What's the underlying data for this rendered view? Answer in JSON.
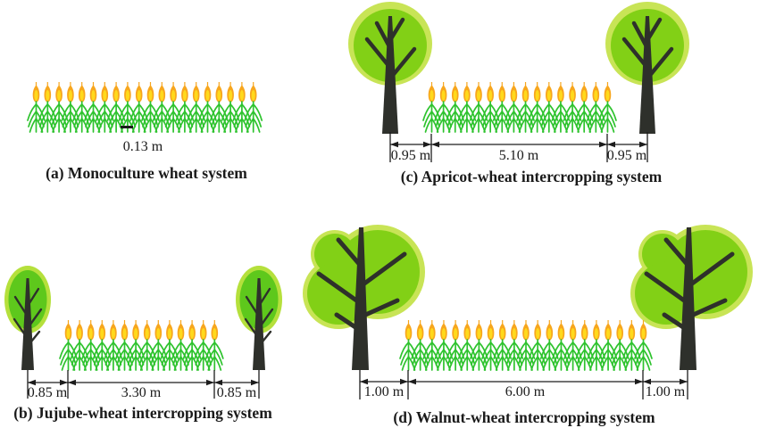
{
  "figure": {
    "title_implicit": "Planting pattern diagrams of wheat monoculture and tree-wheat intercropping systems"
  },
  "panels": {
    "a": {
      "caption": "(a) Monoculture wheat system",
      "spacing_label": "0.13 m"
    },
    "b": {
      "caption": "(b) Jujube-wheat intercropping system",
      "left_label": "0.85 m",
      "middle_label": "3.30 m",
      "right_label": "0.85 m"
    },
    "c": {
      "caption": "(c) Apricot-wheat intercropping system",
      "left_label": "0.95 m",
      "middle_label": "5.10 m",
      "right_label": "0.95 m"
    },
    "d": {
      "caption": "(d) Walnut-wheat intercropping system",
      "left_label": "1.00 m",
      "middle_label": "6.00 m",
      "right_label": "1.00 m"
    }
  },
  "icons": {
    "wheat_plant": "wheat-plant-icon: orange spike head with yellow core over arched green leaves",
    "jujube_tree": "jujube-tree-icon: oval green canopy with halo, dark trunk with herringbone branches",
    "apricot_tree": "apricot-tree-icon: round green canopy with halo, dark branched trunk",
    "walnut_tree": "walnut-tree-icon: cluster of three green circles with halo, thick dark branched trunk",
    "dimension_arrow": "double-headed-arrow-icon with vertical extension lines"
  },
  "colors": {
    "background": "#ffffff",
    "text_color": "#1a1a1a",
    "line_color": "#1c1c1c",
    "wheat_green": "#2ec32e",
    "wheat_head_orange": "#f7a61d",
    "wheat_head_yellow": "#ffd91c",
    "canopy_green": "#82d016",
    "canopy_halo": "#c8e456",
    "jujube_green": "#5ec81c",
    "jujube_halo": "#b5e03c",
    "trunk_dark": "#2e302b"
  }
}
